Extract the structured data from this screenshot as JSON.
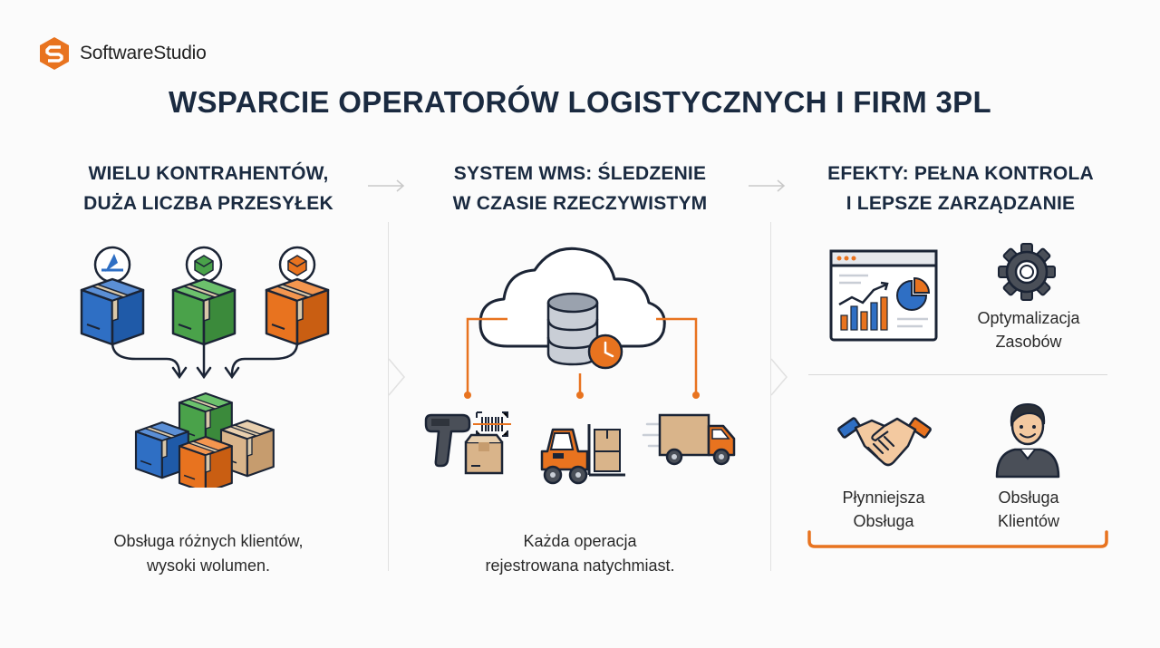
{
  "brand": {
    "name": "SoftwareStudio",
    "logo_icon": "softwarestudio-logo-icon"
  },
  "title": "WSPARCIE OPERATORÓW LOGISTYCZNYCH I FIRM 3PL",
  "colors": {
    "orange": "#e8731f",
    "blue": "#2f6fc4",
    "green": "#4aa24a",
    "navy": "#1a2a40",
    "tan": "#d9b48a"
  },
  "columns": [
    {
      "title_lines": [
        "WIELU KONTRAHENTÓW,",
        "DUŻA LICZBA PRZESYŁEK"
      ],
      "caption_lines": [
        "Obsługa różnych klientów,",
        "wysoki wolumen."
      ],
      "icons": [
        "client-a-box-icon",
        "client-b-box-icon",
        "client-c-box-icon",
        "merged-packages-icon"
      ]
    },
    {
      "title_lines": [
        "SYSTEM WMS: ŚLEDZENIE",
        "W CZASIE RZECZYWISTYM"
      ],
      "caption_lines": [
        "Każda operacja",
        "rejestrowana natychmiast."
      ],
      "icons": [
        "cloud-database-icon",
        "barcode-scanner-icon",
        "forklift-icon",
        "delivery-truck-icon"
      ]
    },
    {
      "title_lines": [
        "EFEKTY: PEŁNA KONTROLA",
        "I LEPSZE ZARZĄDZANIE"
      ],
      "benefits": [
        {
          "icon": "dashboard-chart-icon",
          "label_lines": []
        },
        {
          "icon": "gear-icon",
          "label_lines": [
            "Optymalizacja",
            "Zasobów"
          ]
        },
        {
          "icon": "handshake-icon",
          "label_lines": [
            "Płynniejsza",
            "Obsługa"
          ]
        },
        {
          "icon": "customer-avatar-icon",
          "label_lines": [
            "Obsługa",
            "Klientów"
          ]
        }
      ]
    }
  ]
}
